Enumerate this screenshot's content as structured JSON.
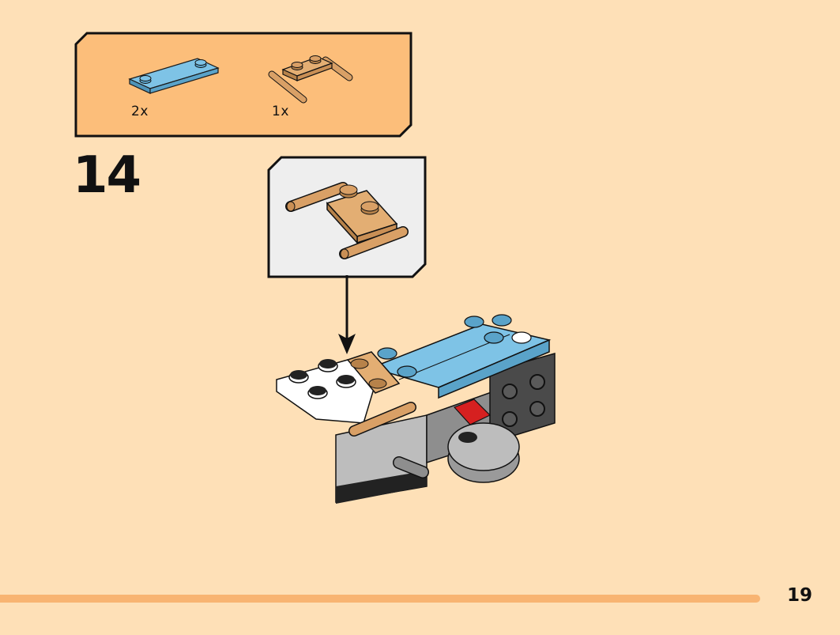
{
  "parts_list": {
    "items": [
      {
        "part": "blue-plate-1x4",
        "quantity": "2x",
        "color": "#6BB4D9"
      },
      {
        "part": "tan-plate-with-bars",
        "quantity": "1x",
        "color": "#D9A066"
      }
    ],
    "background": "#FCBE7A"
  },
  "step": {
    "number": "14"
  },
  "callout": {
    "part": "tan-plate-with-bars",
    "background": "#EEEEEE"
  },
  "page": {
    "number": "19",
    "background": "#FEE0B7",
    "bar_color": "#F8B472"
  }
}
